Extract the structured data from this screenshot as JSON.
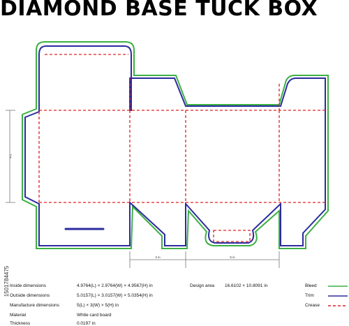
{
  "title": "DIAMOND BASE TUCK BOX",
  "stock_id": "1501784475",
  "dimension_labels": {
    "height_side": "5 in",
    "width_bottom": "3 in",
    "length_bottom": "5 in"
  },
  "specs": [
    {
      "label": "Inside dimensions",
      "value": "4.9764(L) × 2.9764(W) × 4.9567(H) in"
    },
    {
      "label": "Outside dimensions",
      "value": "5.0157(L) × 3.0157(W) × 5.0354(H) in"
    },
    {
      "label": "Manufacture dimensions",
      "value": "5(L) × 3(W) × 5(H) in"
    },
    {
      "label": "Material",
      "value": "White card board"
    },
    {
      "label": "Thickness",
      "value": "0.0197 in"
    }
  ],
  "design_area": {
    "label": "Design area",
    "value": "16.6102 × 10.8091 in"
  },
  "legend": [
    {
      "label": "Bleed",
      "color": "#3cb043",
      "style": "solid"
    },
    {
      "label": "Trim",
      "color": "#2b2b9e",
      "style": "solid"
    },
    {
      "label": "Crease",
      "color": "#e02020",
      "style": "dashed"
    }
  ]
}
